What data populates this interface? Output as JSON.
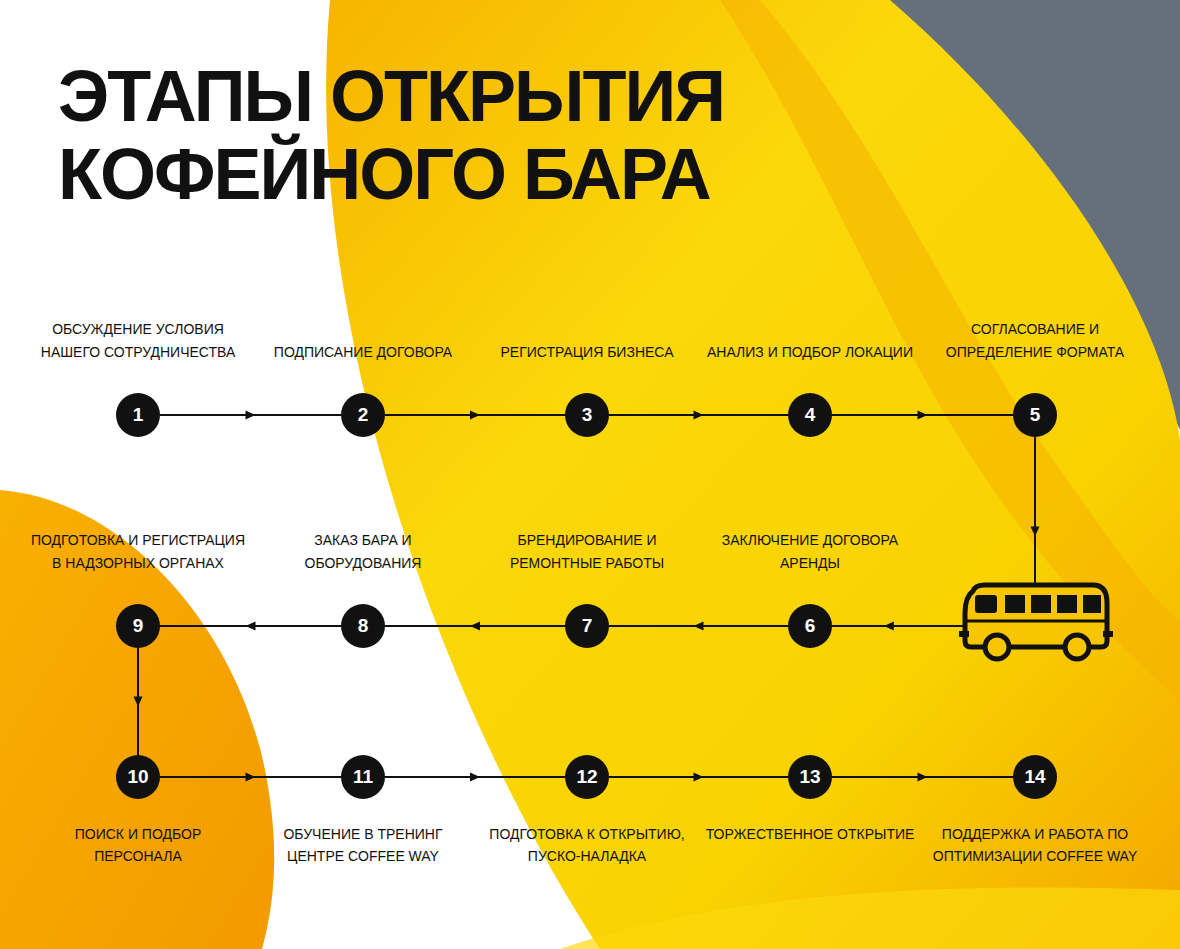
{
  "diagram": {
    "title": "ЭТАПЫ ОТКРЫТИЯ КОФЕЙНОГО БАРА",
    "nodes": [
      {
        "text": [
          "1",
          "ОБСУЖДЕНИЕ УСЛОВИЯ НАШЕГО СОТРУДНИЧЕСТВА"
        ]
      },
      {
        "text": [
          "2",
          "ПОДПИСАНИЕ ДОГОВОРА"
        ]
      },
      {
        "text": [
          "3",
          "РЕГИСТРАЦИЯ БИЗНЕСА"
        ]
      },
      {
        "text": [
          "4",
          "АНАЛИЗ И ПОДБОР ЛОКАЦИИ"
        ]
      },
      {
        "text": [
          "5",
          "СОГЛАСОВАНИЕ И ОПРЕДЕЛЕНИЕ ФОРМАТА"
        ]
      },
      {
        "text": [
          "6",
          "ЗАКЛЮЧЕНИЕ ДОГОВОРА АРЕНДЫ"
        ]
      },
      {
        "text": [
          "7",
          "БРЕНДИРОВАНИЕ И РЕМОНТНЫЕ РАБОТЫ"
        ]
      },
      {
        "text": [
          "8",
          "ЗАКАЗ БАРА И ОБОРУДОВАНИЯ"
        ]
      },
      {
        "text": [
          "9",
          "ПОДГОТОВКА И РЕГИСТРАЦИЯ В НАДЗОРНЫХ ОРГАНАХ"
        ]
      },
      {
        "text": [
          "10",
          "ПОИСК И ПОДБОР ПЕРСОНАЛА"
        ]
      },
      {
        "text": [
          "11",
          "ОБУЧЕНИЕ В ТРЕНИНГ ЦЕНТРЕ COFFEE WAY"
        ]
      },
      {
        "text": [
          "12",
          "ПОДГОТОВКА К ОТКРЫТИЮ, ПУСКО-НАЛАДКА"
        ]
      },
      {
        "text": [
          "13",
          "ТОРЖЕСТВЕННОЕ ОТКРЫТИЕ"
        ]
      },
      {
        "text": [
          "14",
          "ПОДДЕРЖКА И РАБОТА ПО ОПТИМИЗАЦИИ COFFEE WAY"
        ]
      }
    ],
    "edges": [
      {
        "from": 0,
        "to": 1,
        "arrow": "to"
      },
      {
        "from": 1,
        "to": 2,
        "arrow": "to"
      },
      {
        "from": 2,
        "to": 3,
        "arrow": "to"
      },
      {
        "from": 3,
        "to": 4,
        "arrow": "to"
      },
      {
        "from": 4,
        "to": 5,
        "arrow": "to"
      },
      {
        "from": 5,
        "to": 6,
        "arrow": "to"
      },
      {
        "from": 6,
        "to": 7,
        "arrow": "to"
      },
      {
        "from": 7,
        "to": 8,
        "arrow": "to"
      },
      {
        "from": 8,
        "to": 9,
        "arrow": "to"
      },
      {
        "from": 9,
        "to": 10,
        "arrow": "to"
      },
      {
        "from": 10,
        "to": 11,
        "arrow": "to"
      },
      {
        "from": 11,
        "to": 12,
        "arrow": "to"
      },
      {
        "from": 12,
        "to": 13,
        "arrow": "to"
      }
    ]
  }
}
